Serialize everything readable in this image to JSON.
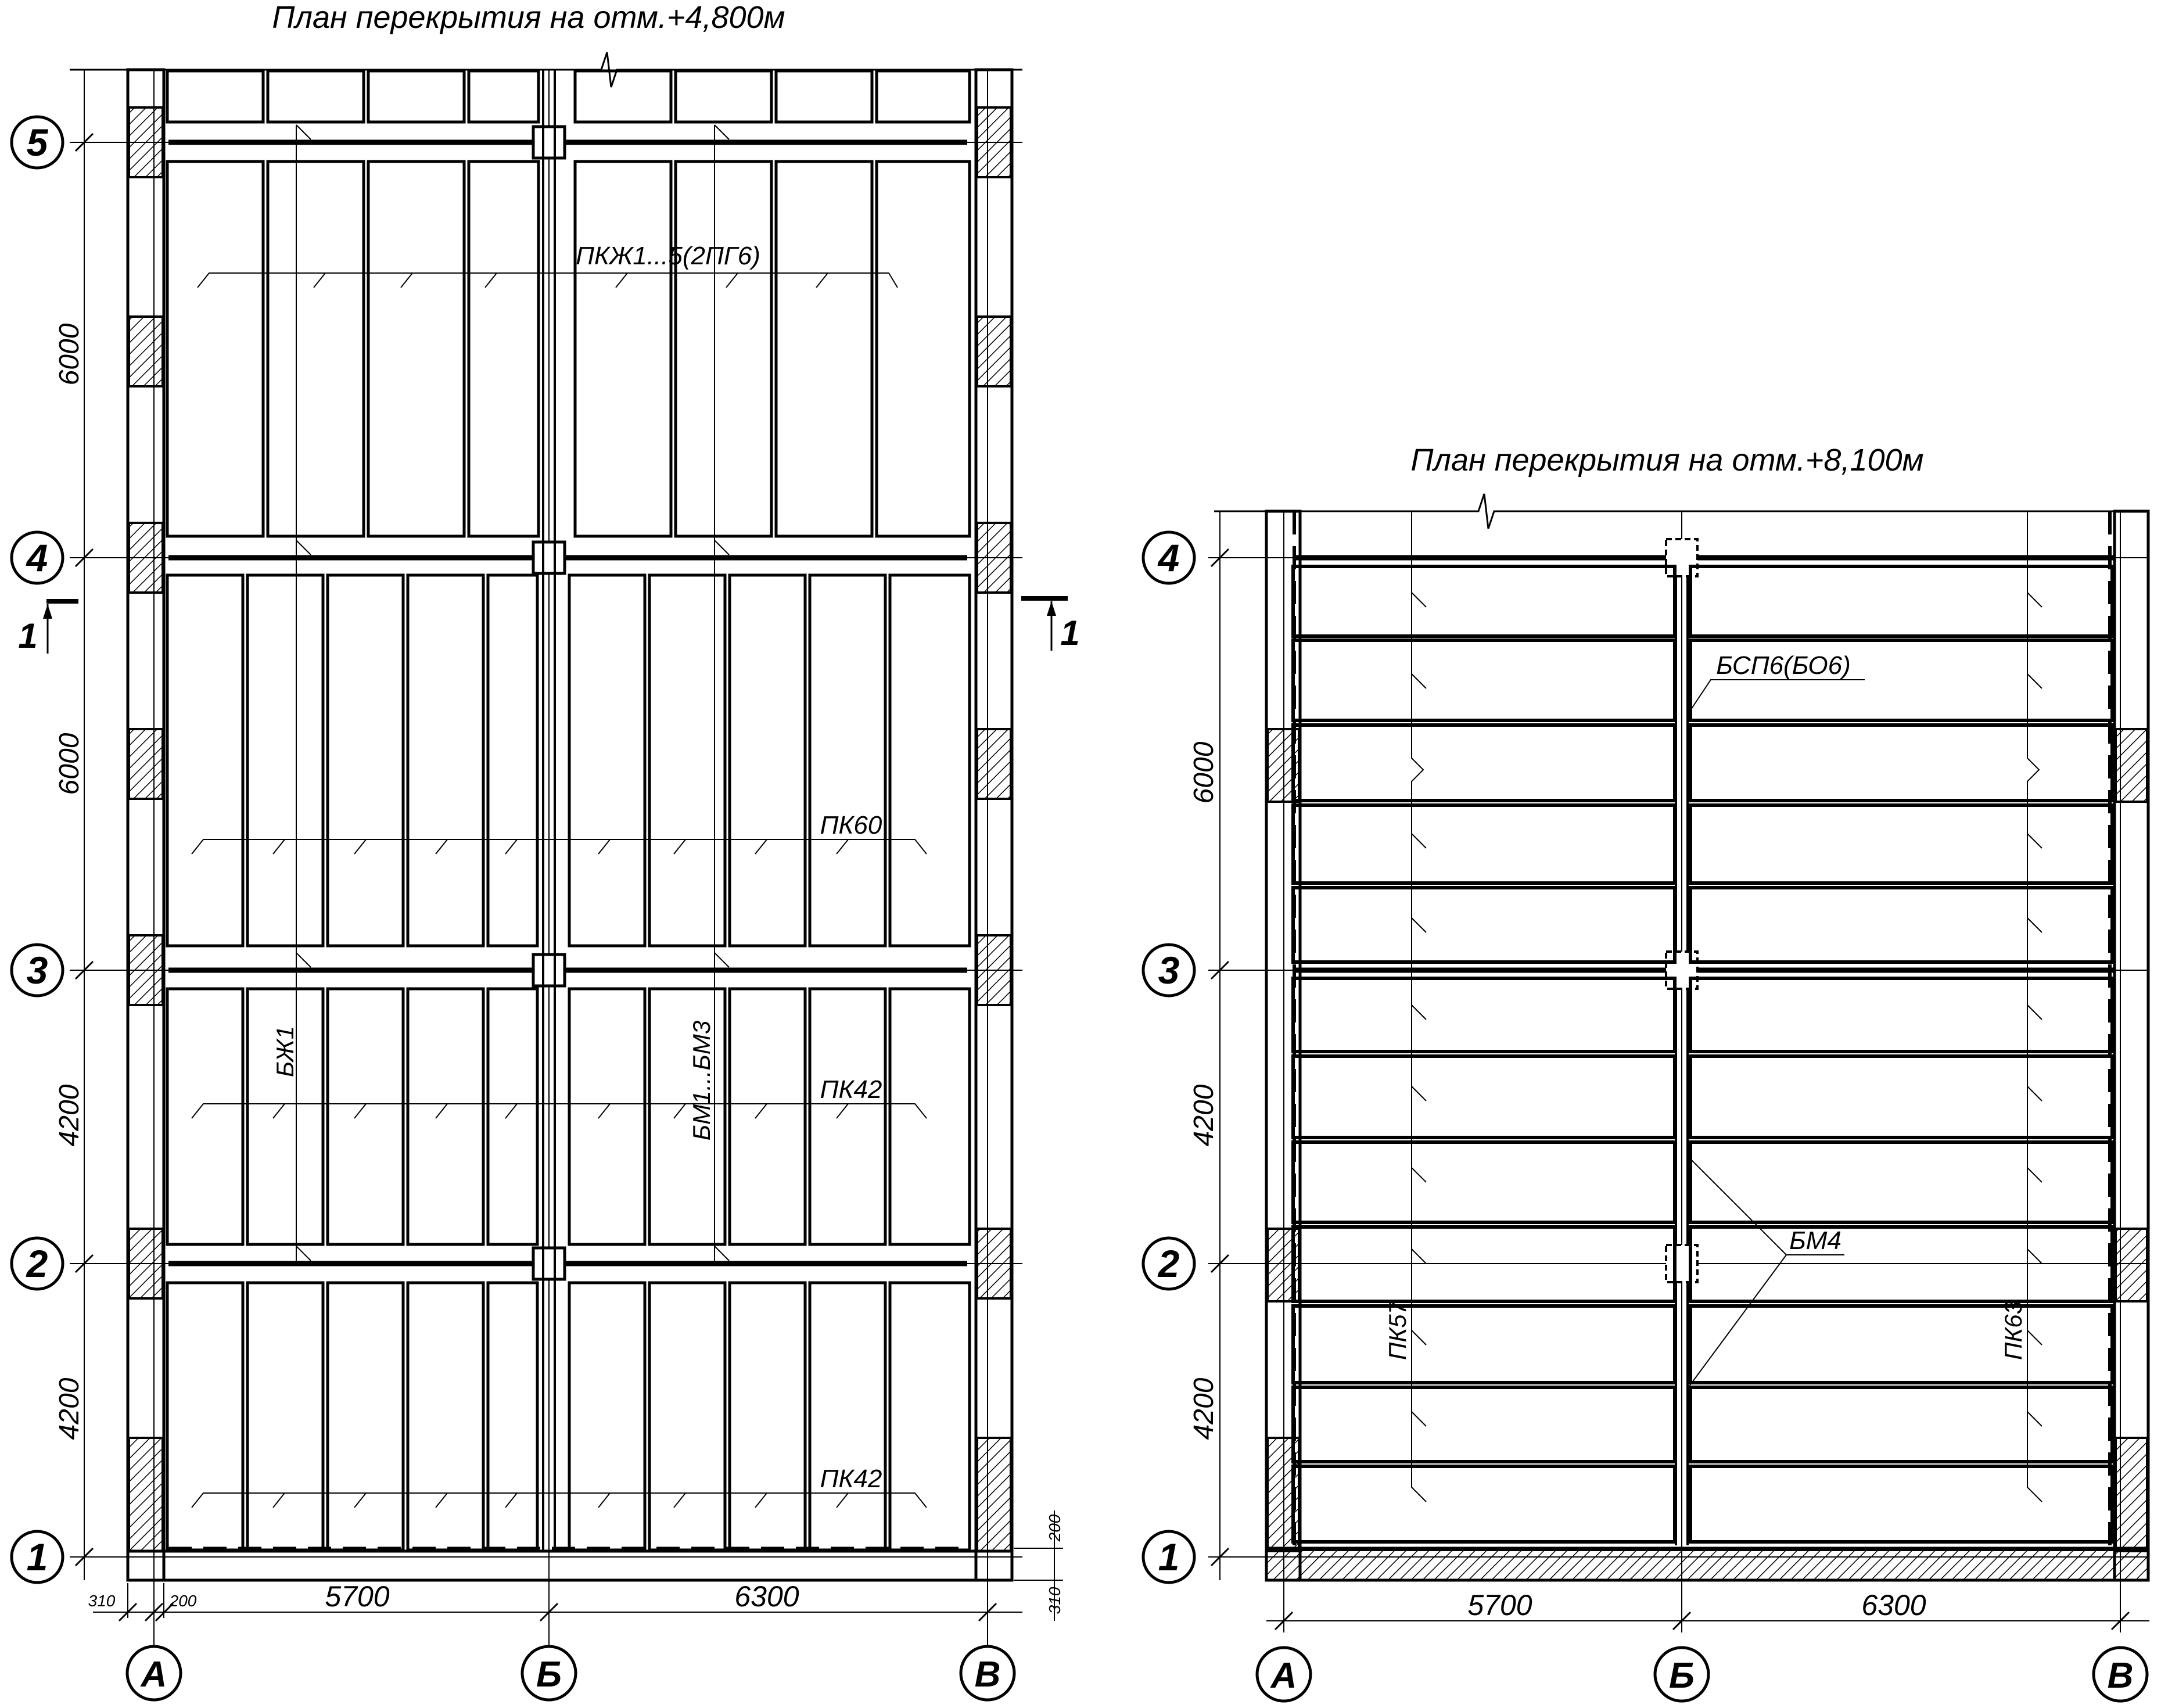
{
  "plan_left": {
    "title": "План перекрытия на отм.+4,800м",
    "row_axes": [
      "5",
      "4",
      "3",
      "2",
      "1"
    ],
    "col_axes": [
      "А",
      "Б",
      "В"
    ],
    "spans_vertical": [
      "6000",
      "6000",
      "4200",
      "4200"
    ],
    "spans_horizontal": [
      "5700",
      "6300"
    ],
    "small_dims": [
      "310",
      "200",
      "200",
      "310"
    ],
    "labels": {
      "pkzh": "ПКЖ1...5(2ПГ6)",
      "pk60": "ПК60",
      "pk42_upper": "ПК42",
      "pk42_lower": "ПК42",
      "bzh": "БЖ1",
      "bm": "БМ1...БМ3"
    },
    "section_mark": "1"
  },
  "plan_right": {
    "title": "План перекрытия на отм.+8,100м",
    "row_axes": [
      "4",
      "3",
      "2",
      "1"
    ],
    "col_axes": [
      "А",
      "Б",
      "В"
    ],
    "spans_vertical": [
      "6000",
      "4200",
      "4200"
    ],
    "spans_horizontal": [
      "5700",
      "6300"
    ],
    "labels": {
      "bsp": "БСП6(БО6)",
      "bm4": "БМ4",
      "pk57": "ПК57",
      "pk63": "ПК63"
    }
  }
}
